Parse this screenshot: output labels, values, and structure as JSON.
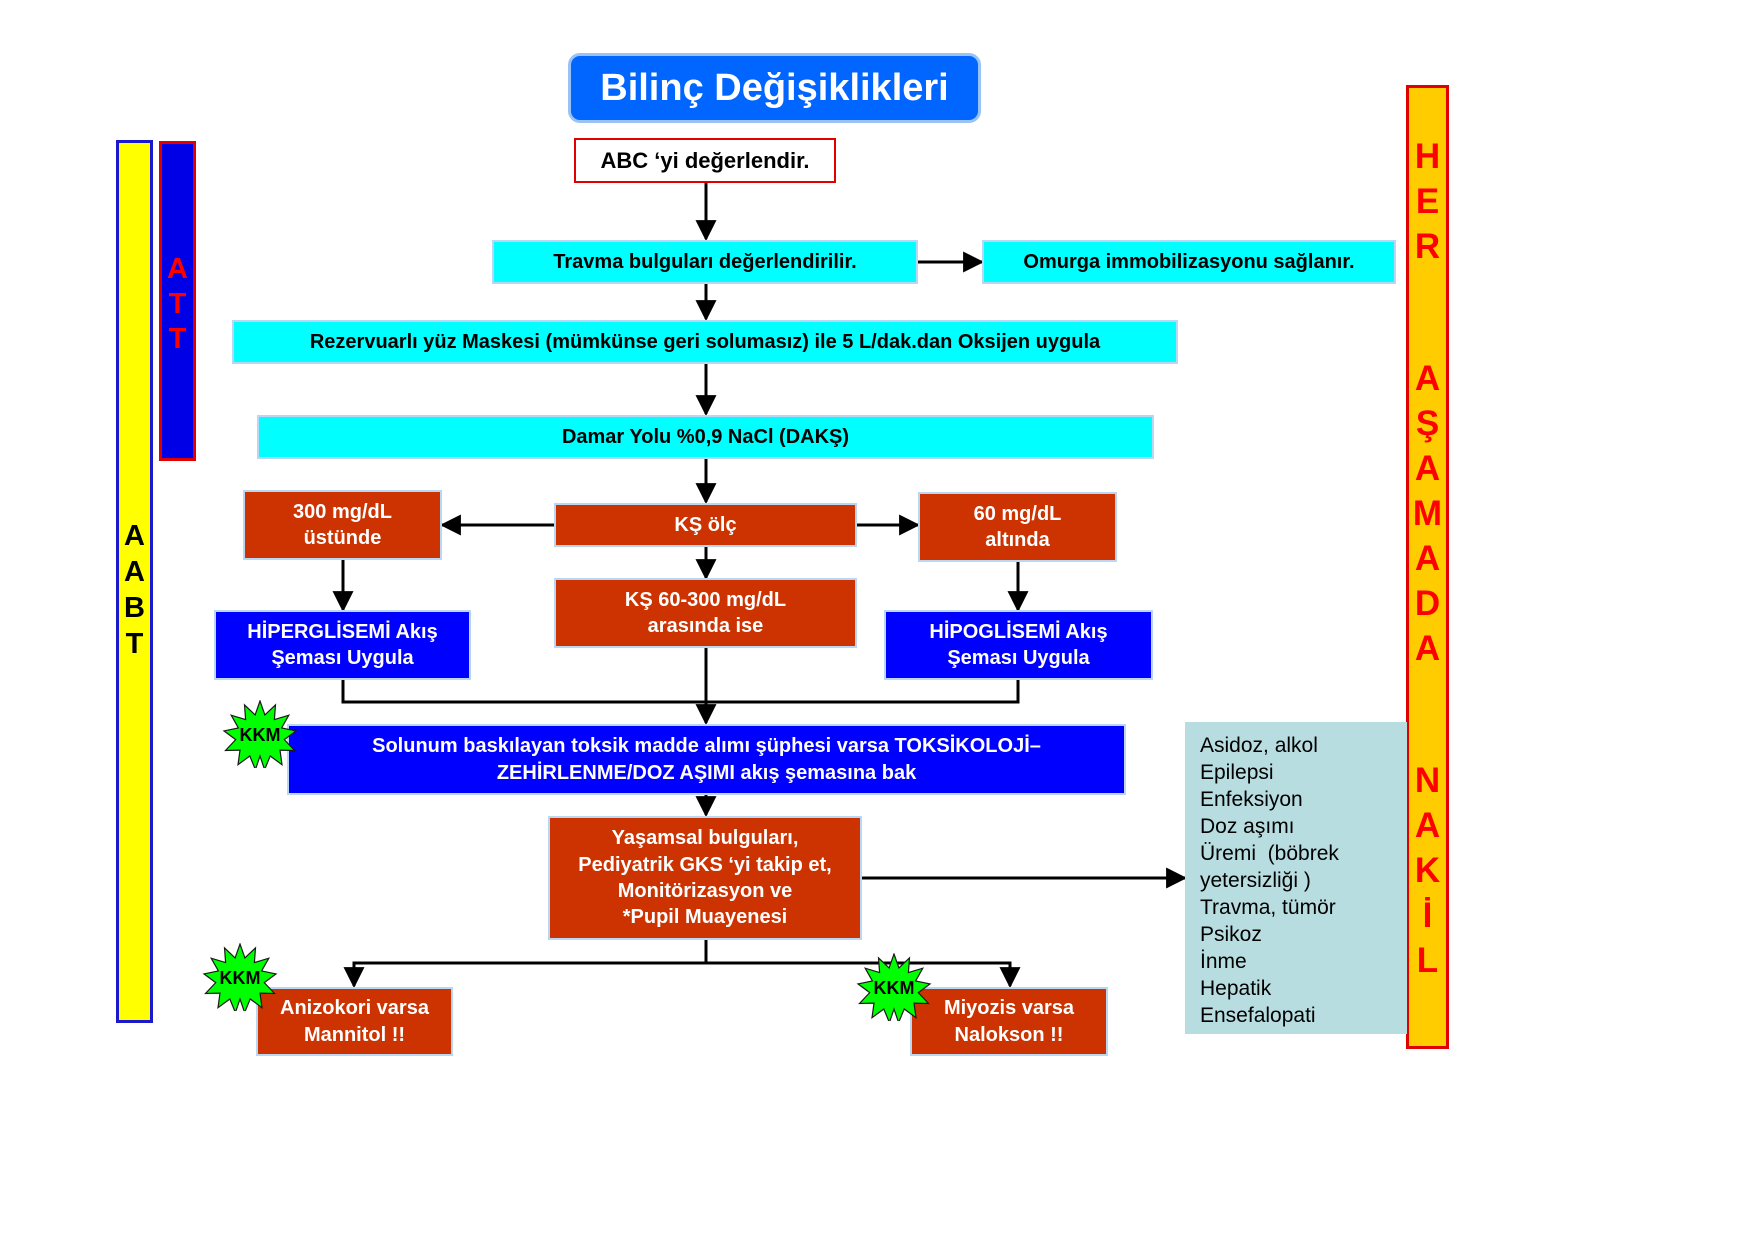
{
  "title": "Bilinç Değişiklikleri",
  "side_left": {
    "aabt": [
      "A",
      "A",
      "B",
      "T"
    ],
    "att": [
      "A",
      "T",
      "T"
    ]
  },
  "side_right": {
    "her": [
      "H",
      "E",
      "R"
    ],
    "asamada": [
      "A",
      "Ş",
      "A",
      "M",
      "A",
      "D",
      "A"
    ],
    "nakil": [
      "N",
      "A",
      "K",
      "İ",
      "L"
    ]
  },
  "steps": {
    "abc": "ABC ‘yi değerlendir.",
    "travma": "Travma bulguları değerlendirilir.",
    "omurga": "Omurga immobilizasyonu sağlanır.",
    "oksijen": "Rezervuarlı yüz Maskesi (mümkünse geri solumasız) ile 5 L/dak.dan Oksijen uygula",
    "damar": "Damar Yolu %0,9 NaCl (DAKŞ)",
    "ks_olc": "KŞ ölç",
    "ks_300": [
      "300 mg/dL",
      "üstünde"
    ],
    "ks_60": [
      "60 mg/dL",
      "altında"
    ],
    "ks_range": [
      "KŞ 60-300 mg/dL",
      "arasında ise"
    ],
    "hiper": [
      "HİPERGLİSEMİ Akış",
      "Şeması Uygula"
    ],
    "hipo": [
      "HİPOGLİSEMİ Akış",
      "Şeması Uygula"
    ],
    "toksik": [
      "Solunum baskılayan toksik madde alımı şüphesi varsa TOKSİKOLOJİ–",
      "ZEHİRLENME/DOZ AŞIMI akış şemasına bak"
    ],
    "yasamsal": [
      "Yaşamsal bulguları,",
      "Pediyatrik GKS ‘yi takip et,",
      "Monitörizasyon ve",
      "*Pupil Muayenesi"
    ],
    "anizokori": [
      "Anizokori varsa",
      "Mannitol !!"
    ],
    "miyozis": [
      "Miyozis varsa",
      "Nalokson !!"
    ]
  },
  "kkm_label": "KKM",
  "causes": [
    "Asidoz, alkol",
    "Epilepsi",
    "Enfeksiyon",
    "Doz aşımı",
    "Üremi  (böbrek",
    "yetersizliği )",
    "Travma, tümör",
    "Psikoz",
    "İnme",
    "Hepatik",
    "Ensefalopati"
  ],
  "colors": {
    "title_bg": "#0066ff",
    "cyan": "#00ffff",
    "red_box": "#cc3300",
    "blue_box": "#0000ff",
    "yellow_bar": "#ffff00",
    "orange_bar": "#ffcc00",
    "burst": "#00ff00",
    "side_list_bg": "#b7dde1"
  }
}
